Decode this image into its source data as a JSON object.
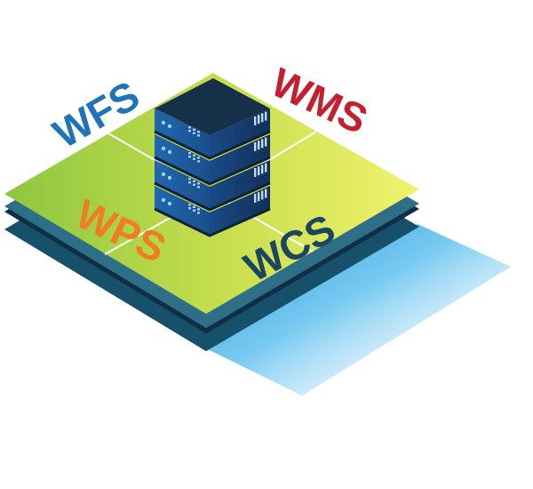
{
  "services": [
    {
      "id": "wfs",
      "label": "WFS",
      "color": "#1f73b7"
    },
    {
      "id": "wms",
      "label": "WMS",
      "color": "#c41f2f"
    },
    {
      "id": "wps",
      "label": "WPS",
      "color": "#ef7d22"
    },
    {
      "id": "wcs",
      "label": "WCS",
      "color": "#1b4660"
    }
  ],
  "colors": {
    "platform_left": "#8dc63f",
    "platform_right": "#eaf06a",
    "layer_dark_1": "#0f2f44",
    "layer_dark_2": "#17506a",
    "shadow_blue": "#2aa6e3",
    "server_top": "#17304a",
    "server_left": "#1d5c9c",
    "server_right": "#163f73"
  },
  "server": {
    "units": 4
  }
}
